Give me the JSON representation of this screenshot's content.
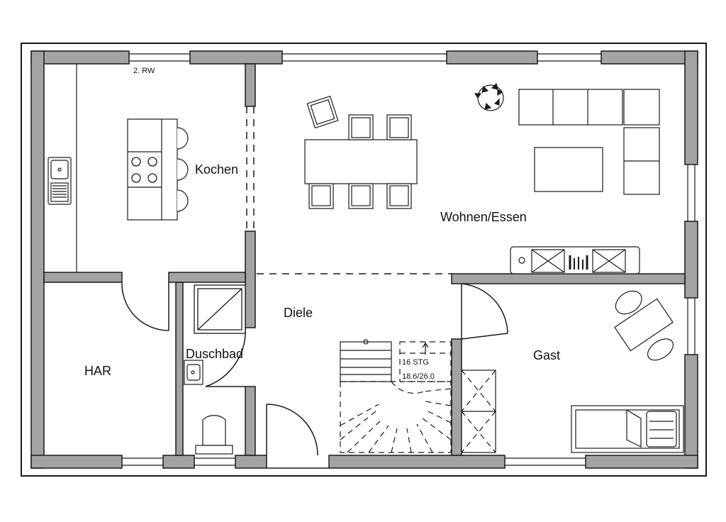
{
  "rooms": {
    "kitchen": "Kochen",
    "living": "Wohnen/Essen",
    "hall": "Diele",
    "bath": "Duschbad",
    "utility": "HAR",
    "guest": "Gast"
  },
  "annotations": {
    "window_note": "2. RW",
    "stairs_steps": "16 STG",
    "stairs_ratio": "18.6/26.0"
  },
  "colors": {
    "wall": "#a3a3a3",
    "line": "#1a1a1a",
    "background": "#ffffff"
  }
}
